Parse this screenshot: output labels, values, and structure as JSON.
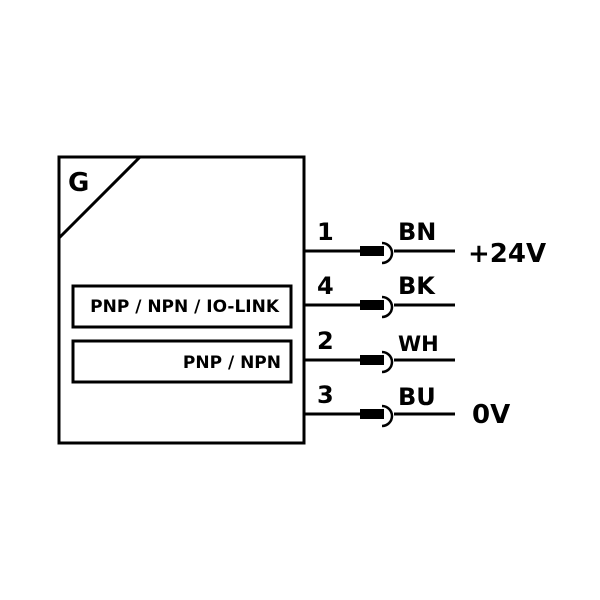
{
  "device": {
    "corner_label": "G",
    "outputs": [
      {
        "label": "PNP / NPN / IO-LINK"
      },
      {
        "label": "PNP / NPN"
      }
    ]
  },
  "wires": [
    {
      "pin": "1",
      "color_code": "BN",
      "signal": "+24V"
    },
    {
      "pin": "4",
      "color_code": "BK",
      "signal": ""
    },
    {
      "pin": "2",
      "color_code": "WH",
      "signal": ""
    },
    {
      "pin": "3",
      "color_code": "BU",
      "signal": "0V"
    }
  ]
}
